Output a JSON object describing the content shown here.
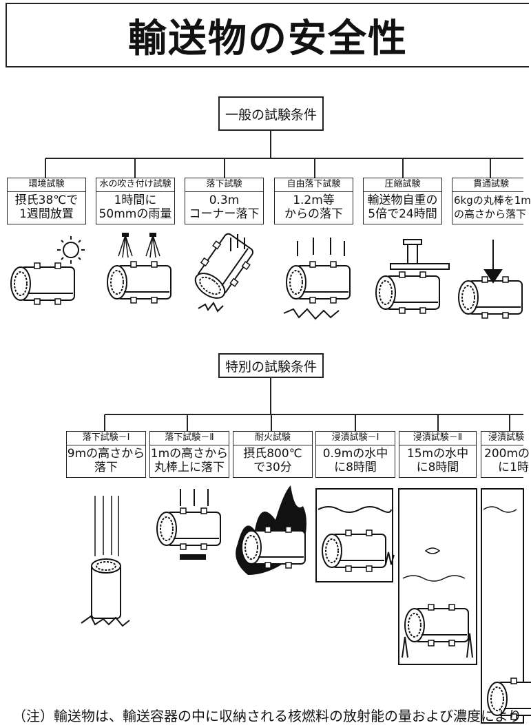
{
  "title": "輸送物の安全性",
  "general": {
    "label": "一般の試験条件",
    "tests": [
      {
        "name": "環境試験",
        "line1": "摂氏38℃で",
        "line2": "1週間放置"
      },
      {
        "name": "水の吹き付け試験",
        "line1": "1時間に",
        "line2": "50mmの雨量"
      },
      {
        "name": "落下試験",
        "line1": "0.3m",
        "line2": "コーナー落下"
      },
      {
        "name": "自由落下試験",
        "line1": "1.2m等",
        "line2": "からの落下"
      },
      {
        "name": "圧縮試験",
        "line1": "輸送物自重の",
        "line2": "5倍で24時間"
      },
      {
        "name": "貫通試験",
        "line1": "6kgの丸棒を1m",
        "line2": "の高さから落下"
      }
    ]
  },
  "special": {
    "label": "特別の試験条件",
    "tests": [
      {
        "name": "落下試験－Ⅰ",
        "line1": "9mの高さから",
        "line2": "落下"
      },
      {
        "name": "落下試験－Ⅱ",
        "line1": "1mの高さから",
        "line2": "丸棒上に落下"
      },
      {
        "name": "耐火試験",
        "line1": "摂氏800℃",
        "line2": "で30分"
      },
      {
        "name": "浸漬試験－Ⅰ",
        "line1": "0.9mの水中",
        "line2": "に8時間"
      },
      {
        "name": "浸漬試験－Ⅱ",
        "line1": "15mの水中",
        "line2": "に8時間"
      },
      {
        "name": "浸漬試験",
        "line1": "200mの",
        "line2": "に1時"
      }
    ]
  },
  "note": "（注）輸送物は、輸送容器の中に収納される核燃料の放射能の量および濃度により"
}
